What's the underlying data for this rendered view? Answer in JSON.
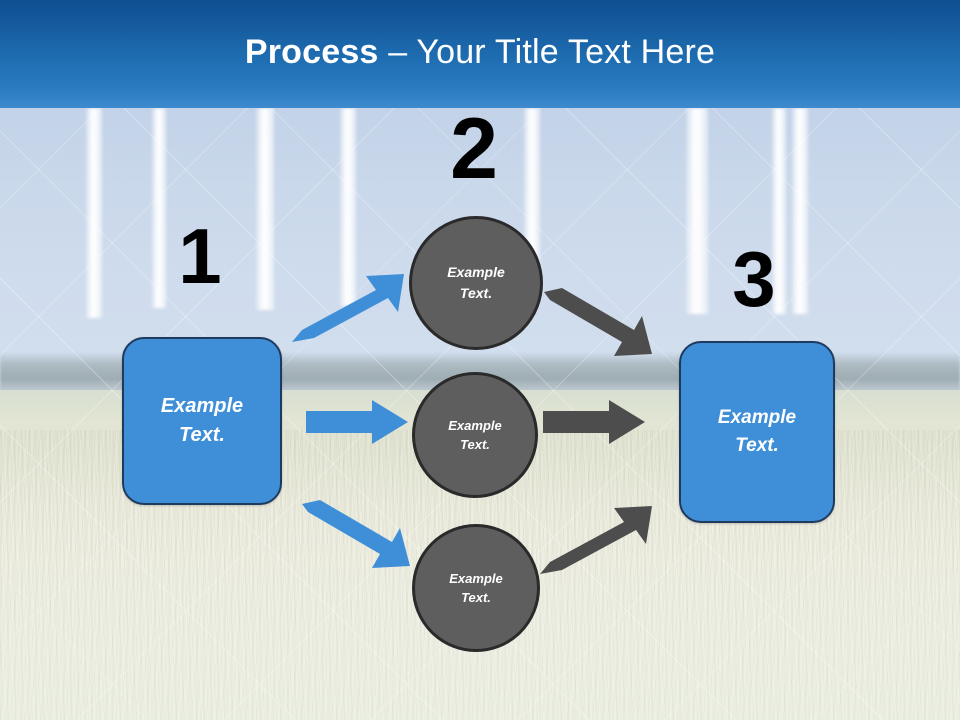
{
  "slide": {
    "title": {
      "bold_part": "Process",
      "rest_part": " – Your Title Text Here"
    }
  },
  "steps": [
    {
      "number": "1"
    },
    {
      "number": "2"
    },
    {
      "number": "3"
    }
  ],
  "shapes": {
    "left_box": {
      "line1": "Example",
      "line2": "Text."
    },
    "circle_top": {
      "line1": "Example",
      "line2": "Text."
    },
    "circle_middle": {
      "line1": "Example",
      "line2": "Text."
    },
    "circle_bottom": {
      "line1": "Example",
      "line2": "Text."
    },
    "right_box": {
      "line1": "Example",
      "line2": "Text."
    }
  },
  "colors": {
    "header_top": "#0d4f91",
    "header_bottom": "#3d8ace",
    "box_fill": "#3f8fd8",
    "box_border": "#1f3a5f",
    "circle_fill": "#5e5e5e",
    "circle_border": "#2a2a2a",
    "arrow_blue": "#3f8fd8",
    "arrow_gray": "#4d4d4d",
    "number_color": "#000000",
    "title_color": "#ffffff"
  }
}
